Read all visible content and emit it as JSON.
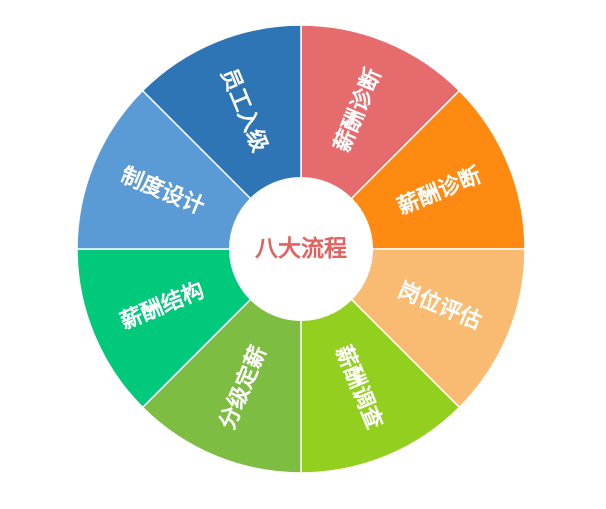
{
  "diagram": {
    "center_label": "八大流程",
    "center_color": "#e2625f",
    "segments": [
      {
        "label": "薪酬诊断",
        "color": "#e66b6d"
      },
      {
        "label": "薪酬诊断",
        "color": "#ff8a12"
      },
      {
        "label": "岗位评估",
        "color": "#f9bb71"
      },
      {
        "label": "薪酬调查",
        "color": "#93cf1e"
      },
      {
        "label": "分级定薪",
        "color": "#7dbd41"
      },
      {
        "label": "薪酬结构",
        "color": "#00c97b"
      },
      {
        "label": "制度设计",
        "color": "#5b9bd5"
      },
      {
        "label": "员工入级",
        "color": "#2e75b6"
      }
    ]
  }
}
